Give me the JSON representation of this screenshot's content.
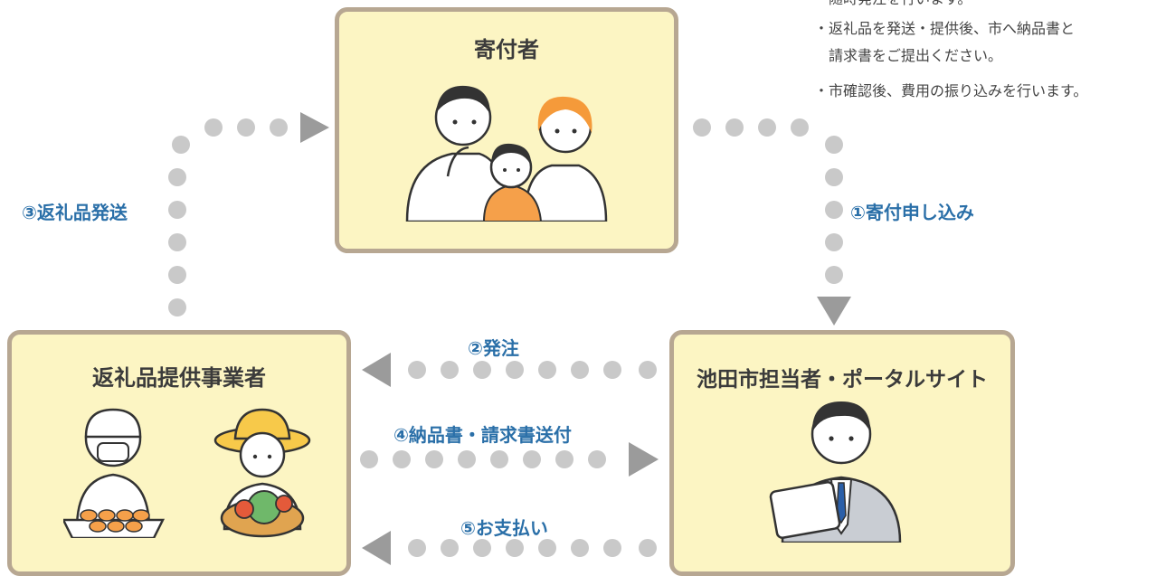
{
  "notes": {
    "partial": "　随時発注を行います。",
    "lines": [
      "・返礼品を発送・提供後、市へ納品書と",
      "　請求書をご提出ください。",
      "・市確認後、費用の振り込みを行います。"
    ]
  },
  "boxes": {
    "donor": {
      "title": "寄付者"
    },
    "supplier": {
      "title": "返礼品提供事業者"
    },
    "city": {
      "title": "池田市担当者・ポータルサイト"
    }
  },
  "flows": {
    "step1": "①寄付申し込み",
    "step2": "②発注",
    "step3": "③返礼品発送",
    "step4": "④納品書・請求書送付",
    "step5": "⑤お支払い"
  },
  "colors": {
    "box_fill": "#fcf5c3",
    "box_border": "#b7a792",
    "dot": "#c9c9c9",
    "arrow": "#9b9b9b",
    "label": "#2a6fa8"
  }
}
